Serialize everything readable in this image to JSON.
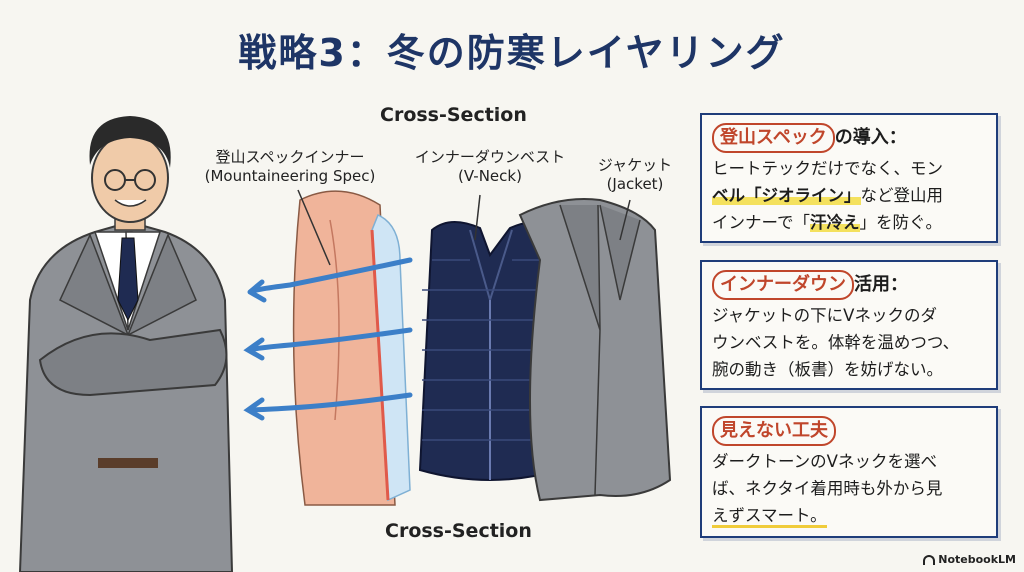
{
  "title": "戦略3：冬の防寒レイヤリング",
  "cross_section_top": "Cross-Section",
  "cross_section_bottom": "Cross-Section",
  "labels": {
    "inner_jp": "登山スペックインナー",
    "inner_en": "(Mountaineering Spec)",
    "vest_jp": "インナーダウンベスト",
    "vest_en": "(V-Neck)",
    "jacket_jp": "ジャケット",
    "jacket_en": "(Jacket)"
  },
  "cards": [
    {
      "head_circled": "登山スペック",
      "head_rest": "の導入：",
      "lines": [
        [
          {
            "t": "ヒートテックだけでなく、モン"
          }
        ],
        [
          {
            "t": "ベル「ジオライン」",
            "hl": true
          },
          {
            "t": "など登山用"
          }
        ],
        [
          {
            "t": "インナーで「"
          },
          {
            "t": "汗冷え",
            "hl": true
          },
          {
            "t": "」を防ぐ。"
          }
        ]
      ]
    },
    {
      "head_circled": "インナーダウン",
      "head_rest": "活用：",
      "lines": [
        [
          {
            "t": "ジャケットの下にVネックのダ"
          }
        ],
        [
          {
            "t": "ウンベストを。体幹を温めつつ、"
          }
        ],
        [
          {
            "t": "腕の動き（板書）を妨げない。"
          }
        ]
      ]
    },
    {
      "head_circled": "見えない工夫",
      "head_rest": "",
      "lines": [
        [
          {
            "t": "ダークトーンのVネックを選べ"
          }
        ],
        [
          {
            "t": "ば、ネクタイ着用時も外から見"
          }
        ],
        [
          {
            "t": "えずスマート。",
            "ul": true
          }
        ]
      ]
    }
  ],
  "brand": "NotebookLM",
  "colors": {
    "title": "#1e3566",
    "accent": "#c0462b",
    "highlight": "#f4e15e",
    "border": "#1f3d7a",
    "vest": "#1f2b52",
    "suit": "#8e9196"
  }
}
